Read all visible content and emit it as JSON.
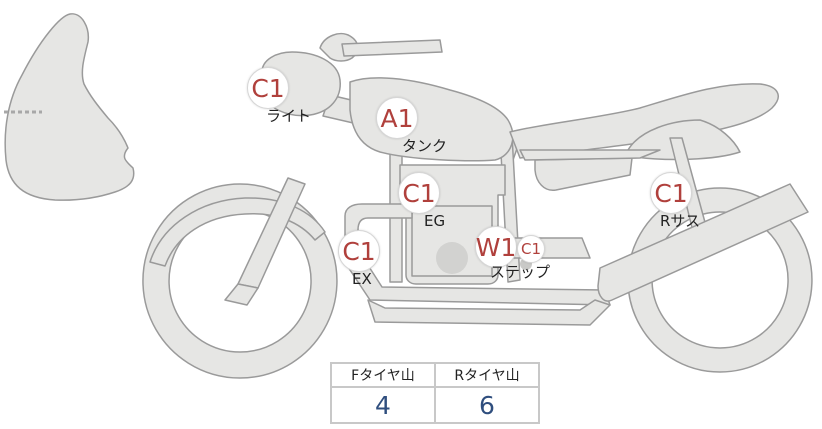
{
  "colors": {
    "body_fill": "#e6e6e4",
    "outline": "#9a9a9a",
    "grade_text": "#b0403c",
    "table_value": "#2f4e7e",
    "table_border": "#c8c8c8"
  },
  "parts": [
    {
      "id": "light",
      "grade": "C1",
      "label": "ライト"
    },
    {
      "id": "tank",
      "grade": "A1",
      "label": "タンク"
    },
    {
      "id": "engine",
      "grade": "C1",
      "label": "EG"
    },
    {
      "id": "rear-suspension",
      "grade": "C1",
      "label": "Rサス"
    },
    {
      "id": "exhaust",
      "grade": "C1",
      "label": "EX"
    },
    {
      "id": "step",
      "grade": "W1",
      "sub_grade": "C1",
      "label": "ステップ"
    }
  ],
  "tire_table": {
    "headers": [
      "Fタイヤ山",
      "Rタイヤ山"
    ],
    "values": [
      "4",
      "6"
    ]
  }
}
